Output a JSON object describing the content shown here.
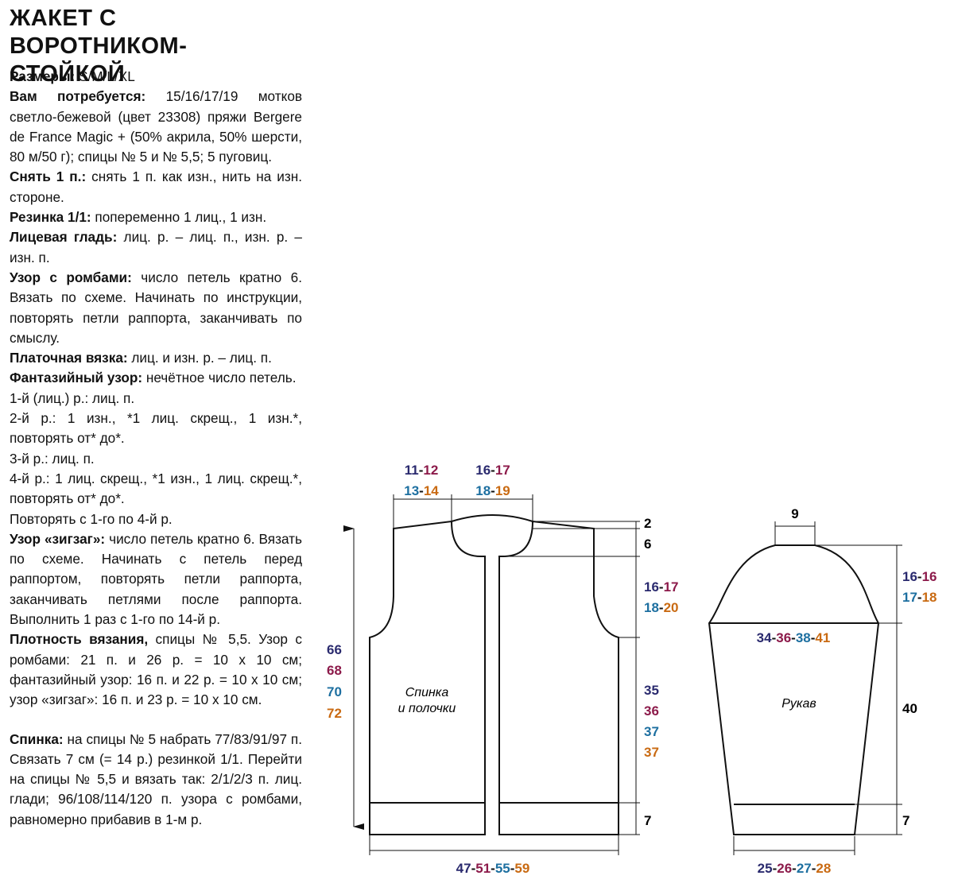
{
  "title": [
    "ЖАКЕТ С ВОРОТНИКОМ-",
    "СТОЙКОЙ"
  ],
  "colors": {
    "size1": "#2a2a6e",
    "size2": "#8c1a4a",
    "size3": "#1d6fa0",
    "size4": "#c96a12",
    "black": "#111111"
  },
  "text": {
    "sizes_label": "Размеры:",
    "sizes_value": " S/M/L/XL",
    "need_label": "Вам потребуется:",
    "need_value": " 15/16/17/19 мотков светло-бежевой (цвет 23308) пряжи Bergere de France Magic + (50% акрила, 50% шерсти, 80 м/50 г); спицы № 5 и № 5,5; 5 пуговиц.",
    "slip_label": "Снять 1 п.:",
    "slip_value": " снять 1 п. как изн., нить на изн. стороне.",
    "rib_label": "Резинка 1/1:",
    "rib_value": " попеременно 1 лиц., 1 изн.",
    "stock_label": "Лицевая гладь:",
    "stock_value": " лиц. р. – лиц. п., изн. р. – изн. п.",
    "diamond_label": "Узор с ромбами:",
    "diamond_value": " число петель кратно 6. Вязать по схеме. Начинать по инструкции, повторять петли раппорта, заканчивать по смыслу.",
    "garter_label": "Платочная вязка:",
    "garter_value": " лиц. и изн. р. – лиц. п.",
    "fancy_label": "Фантазийный узор:",
    "fancy_value": " нечётное число петель.",
    "row1": "1-й (лиц.) р.: лиц. п.",
    "row2": "2-й р.: 1 изн., *1 лиц. скрещ., 1 изн.*, повторять от* до*.",
    "row3": "3-й р.: лиц. п.",
    "row4": "4-й р.: 1 лиц. скрещ., *1 изн., 1 лиц. скрещ.*, повторять от* до*.",
    "repeat": "Повторять с 1-го по 4-й р.",
    "zigzag_label": "Узор «зигзаг»:",
    "zigzag_value": " число петель кратно 6. Вязать по схеме. Начинать с петель перед раппортом, повторять петли раппорта, заканчивать петлями после раппорта. Выполнить 1 раз с 1-го по 14-й р.",
    "gauge_label": "Плотность вязания,",
    "gauge_value": " спицы № 5,5. Узор с ромбами: 21 п. и 26 р. = 10 х 10 см; фантазийный узор: 16 п. и 22 р. = 10 х 10 см; узор «зигзаг»: 16 п. и 23 р. = 10 х 10 см.",
    "back_label": "Спинка:",
    "back_value": " на спицы № 5 набрать 77/83/91/97 п. Связать 7 см (= 14 р.) резинкой 1/1. Перейти на спицы № 5,5 и вязать так: 2/1/2/3 п. лиц. глади; 96/108/114/120 п. узора с ромбами, равномерно прибавив в 1-м р."
  },
  "diagram": {
    "body_label": [
      "Спинка",
      "и полочки"
    ],
    "sleeve_label": "Рукав",
    "neck_left_top": [
      "11",
      "12"
    ],
    "neck_left_bottom": [
      "13",
      "14"
    ],
    "neck_right_top": [
      "16",
      "17"
    ],
    "neck_right_bottom": [
      "18",
      "19"
    ],
    "dim_2": "2",
    "dim_6": "6",
    "arm_top": [
      "16",
      "17"
    ],
    "arm_bottom": [
      "18",
      "20"
    ],
    "side_heights": [
      "35",
      "36",
      "37",
      "37"
    ],
    "rib_height": "7",
    "total_heights": [
      "66",
      "68",
      "70",
      "72"
    ],
    "body_width": [
      "47",
      "51",
      "55",
      "59"
    ],
    "sleeve_top": "9",
    "cap_top": [
      "16",
      "16"
    ],
    "cap_bottom": [
      "17",
      "18"
    ],
    "sleeve_upper": [
      "34",
      "36",
      "38",
      "41"
    ],
    "sleeve_length": "40",
    "sleeve_rib": "7",
    "sleeve_cuff": [
      "25",
      "26",
      "27",
      "28"
    ]
  }
}
